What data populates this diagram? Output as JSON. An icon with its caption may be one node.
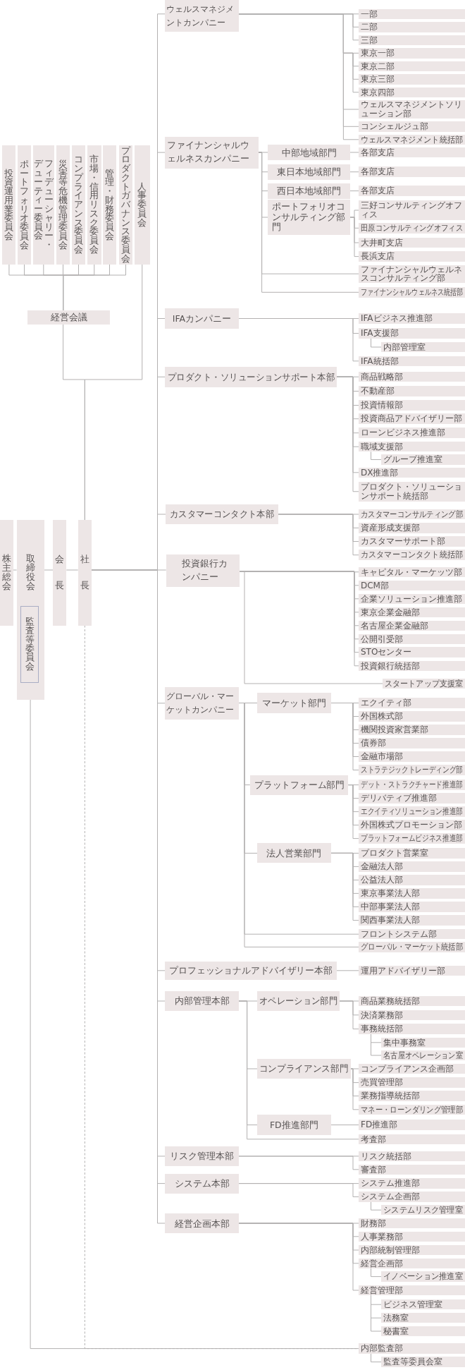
{
  "diagram": {
    "nodes": [
      {
        "text": [
          "投資運用業委員会"
        ]
      },
      {
        "text": [
          "ポートフォリオ委員会"
        ]
      },
      {
        "text": [
          "フィデューシャリー・デューティー委員会"
        ]
      },
      {
        "text": [
          "災害等危機管理委員会"
        ]
      },
      {
        "text": [
          "コンプライアンス委員会"
        ]
      },
      {
        "text": [
          "市場・信用リスク委員会"
        ]
      },
      {
        "text": [
          "管理・財務委員会"
        ]
      },
      {
        "text": [
          "プロダクトガバナンス委員会"
        ]
      },
      {
        "text": [
          "人事委員会"
        ]
      },
      {
        "text": [
          "経営会議"
        ]
      },
      {
        "text": [
          "株主総会"
        ]
      },
      {
        "text": [
          "取締役会"
        ]
      },
      {
        "text": [
          "監査等委員会"
        ],
        "in": 11
      },
      {
        "text": [
          "会長"
        ]
      },
      {
        "text": [
          "社長"
        ]
      },
      {
        "text": [
          "ウェルスマネジメントカンパニー"
        ]
      },
      {
        "text": [
          "一部"
        ]
      },
      {
        "text": [
          "二部"
        ]
      },
      {
        "text": [
          "三部"
        ]
      },
      {
        "text": [
          "東京一部"
        ]
      },
      {
        "text": [
          "東京二部"
        ]
      },
      {
        "text": [
          "東京三部"
        ]
      },
      {
        "text": [
          "東京四部"
        ]
      },
      {
        "text": [
          "ウェルスマネジメントソリューション部"
        ]
      },
      {
        "text": [
          "コンシェルジュ部"
        ]
      },
      {
        "text": [
          "ウェルスマネジメント統括部"
        ]
      },
      {
        "text": [
          "ファイナンシャルウェルネスカンパニー"
        ]
      },
      {
        "text": [
          "中部地域部門"
        ]
      },
      {
        "text": [
          "各部支店"
        ]
      },
      {
        "text": [
          "東日本地域部門"
        ]
      },
      {
        "text": [
          "各部支店"
        ]
      },
      {
        "text": [
          "西日本地域部門"
        ]
      },
      {
        "text": [
          "各部支店"
        ]
      },
      {
        "text": [
          "ポートフォリオコンサルティング部門"
        ]
      },
      {
        "text": [
          "三好コンサルティングオフィス"
        ]
      },
      {
        "text": [
          "田原コンサルティングオフィス"
        ]
      },
      {
        "text": [
          "大井町支店"
        ]
      },
      {
        "text": [
          "長浜支店"
        ]
      },
      {
        "text": [
          "ファイナンシャルウェルネスコンサルティング部"
        ]
      },
      {
        "text": [
          "ファイナンシャルウェルネス統括部"
        ]
      },
      {
        "text": [
          "IFAカンパニー"
        ]
      },
      {
        "text": [
          "IFAビジネス推進部"
        ]
      },
      {
        "text": [
          "IFA支援部"
        ]
      },
      {
        "text": [
          "内部管理室"
        ]
      },
      {
        "text": [
          "IFA統括部"
        ]
      },
      {
        "text": [
          "プロダクト・ソリューションサポート本部"
        ]
      },
      {
        "text": [
          "商品戦略部"
        ]
      },
      {
        "text": [
          "不動産部"
        ]
      },
      {
        "text": [
          "投資情報部"
        ]
      },
      {
        "text": [
          "投資商品アドバイザリー部"
        ]
      },
      {
        "text": [
          "ローンビジネス推進部"
        ]
      },
      {
        "text": [
          "職域支援部"
        ]
      },
      {
        "text": [
          "グループ推進室"
        ]
      },
      {
        "text": [
          "DX推進部"
        ]
      },
      {
        "text": [
          "プロダクト・ソリューションサポート統括部"
        ]
      },
      {
        "text": [
          "カスタマーコンタクト本部"
        ]
      },
      {
        "text": [
          "カスタマーコンサルティング部"
        ]
      },
      {
        "text": [
          "資産形成支援部"
        ]
      },
      {
        "text": [
          "カスタマーサポート部"
        ]
      },
      {
        "text": [
          "カスタマーコンタクト統括部"
        ]
      },
      {
        "text": [
          "投資銀行カンパニー"
        ]
      },
      {
        "text": [
          "キャピタル・マーケッツ部"
        ]
      },
      {
        "text": [
          "DCM部"
        ]
      },
      {
        "text": [
          "企業ソリューション推進部"
        ]
      },
      {
        "text": [
          "東京企業金融部"
        ]
      },
      {
        "text": [
          "名古屋企業金融部"
        ]
      },
      {
        "text": [
          "公開引受部"
        ]
      },
      {
        "text": [
          "STOセンター"
        ]
      },
      {
        "text": [
          "投資銀行統括部"
        ]
      },
      {
        "text": [
          "スタートアップ支援室"
        ]
      },
      {
        "text": [
          "グローバル・マーケットカンパニー"
        ]
      },
      {
        "text": [
          "マーケット部門"
        ]
      },
      {
        "text": [
          "エクイティ部"
        ]
      },
      {
        "text": [
          "外国株式部"
        ]
      },
      {
        "text": [
          "機関投資家営業部"
        ]
      },
      {
        "text": [
          "債券部"
        ]
      },
      {
        "text": [
          "金融市場部"
        ]
      },
      {
        "text": [
          "ストラテジックトレーディング部"
        ]
      },
      {
        "text": [
          "プラットフォーム部門"
        ]
      },
      {
        "text": [
          "デット・ストラクチャード推進部"
        ]
      },
      {
        "text": [
          "デリバティブ推進部"
        ]
      },
      {
        "text": [
          "エクイティソリューション推進部"
        ]
      },
      {
        "text": [
          "外国株式プロモーション部"
        ]
      },
      {
        "text": [
          "プラットフォームビジネス推進部"
        ]
      },
      {
        "text": [
          "法人営業部門"
        ]
      },
      {
        "text": [
          "プロダクト営業室"
        ]
      },
      {
        "text": [
          "金融法人部"
        ]
      },
      {
        "text": [
          "公益法人部"
        ]
      },
      {
        "text": [
          "東京事業法人部"
        ]
      },
      {
        "text": [
          "中部事業法人部"
        ]
      },
      {
        "text": [
          "関西事業法人部"
        ]
      },
      {
        "text": [
          "フロントシステム部"
        ]
      },
      {
        "text": [
          "グローバル・マーケット統括部"
        ]
      },
      {
        "text": [
          "プロフェッショナルアドバイザリー本部"
        ]
      },
      {
        "text": [
          "運用アドバイザリー部"
        ]
      },
      {
        "text": [
          "内部管理本部"
        ]
      },
      {
        "text": [
          "オペレーション部門"
        ]
      },
      {
        "text": [
          "商品業務統括部"
        ]
      },
      {
        "text": [
          "決済業務部"
        ]
      },
      {
        "text": [
          "事務統括部"
        ]
      },
      {
        "text": [
          "集中事務室"
        ]
      },
      {
        "text": [
          "名古屋オペレーション室"
        ]
      },
      {
        "text": [
          "コンプライアンス部門"
        ]
      },
      {
        "text": [
          "コンプライアンス企画部"
        ]
      },
      {
        "text": [
          "売買管理部"
        ]
      },
      {
        "text": [
          "業務指導統括部"
        ]
      },
      {
        "text": [
          "マネー・ローンダリング管理部"
        ]
      },
      {
        "text": [
          "FD推進部門"
        ]
      },
      {
        "text": [
          "FD推進部"
        ]
      },
      {
        "text": [
          "考査部"
        ]
      },
      {
        "text": [
          "リスク管理本部"
        ]
      },
      {
        "text": [
          "リスク統括部"
        ]
      },
      {
        "text": [
          "審査部"
        ]
      },
      {
        "text": [
          "システム本部"
        ]
      },
      {
        "text": [
          "システム推進部"
        ]
      },
      {
        "text": [
          "システム企画部"
        ]
      },
      {
        "text": [
          "システムリスク管理室"
        ]
      },
      {
        "text": [
          "経営企画本部"
        ]
      },
      {
        "text": [
          "財務部"
        ]
      },
      {
        "text": [
          "人事業務部"
        ]
      },
      {
        "text": [
          "内部統制管理部"
        ]
      },
      {
        "text": [
          "経営企画部"
        ]
      },
      {
        "text": [
          "イノベーション推進室"
        ]
      },
      {
        "text": [
          "経営管理部"
        ]
      },
      {
        "text": [
          "ビジネス管理室"
        ]
      },
      {
        "text": [
          "法務室"
        ]
      },
      {
        "text": [
          "秘書室"
        ]
      },
      {
        "text": [
          "内部監査部"
        ]
      },
      {
        "text": [
          "監査等委員会室"
        ]
      }
    ],
    "edges": [
      {
        "from": 0,
        "to": 9,
        "arrow": "none"
      },
      {
        "from": 1,
        "to": 9,
        "arrow": "none"
      },
      {
        "from": 2,
        "to": 9,
        "arrow": "none"
      },
      {
        "from": 3,
        "to": 9,
        "arrow": "none"
      },
      {
        "from": 4,
        "to": 9,
        "arrow": "none"
      },
      {
        "from": 5,
        "to": 9,
        "arrow": "none"
      },
      {
        "from": 6,
        "to": 9,
        "arrow": "none"
      },
      {
        "from": 7,
        "to": 9,
        "arrow": "none"
      },
      {
        "from": 9,
        "to": 14,
        "arrow": "none"
      },
      {
        "from": 8,
        "to": 14,
        "arrow": "none"
      },
      {
        "from": 10,
        "to": 11,
        "arrow": "none"
      },
      {
        "from": 11,
        "to": 13,
        "arrow": "none"
      },
      {
        "from": 13,
        "to": 14,
        "arrow": "none"
      },
      {
        "from": 14,
        "to": 15,
        "arrow": "none"
      },
      {
        "from": 14,
        "to": 26,
        "arrow": "none"
      },
      {
        "from": 14,
        "to": 40,
        "arrow": "none"
      },
      {
        "from": 14,
        "to": 45,
        "arrow": "none"
      },
      {
        "from": 14,
        "to": 55,
        "arrow": "none"
      },
      {
        "from": 14,
        "to": 60,
        "arrow": "none"
      },
      {
        "from": 14,
        "to": 70,
        "arrow": "none"
      },
      {
        "from": 14,
        "to": 93,
        "arrow": "none"
      },
      {
        "from": 14,
        "to": 95,
        "arrow": "none"
      },
      {
        "from": 14,
        "to": 110,
        "arrow": "none"
      },
      {
        "from": 14,
        "to": 113,
        "arrow": "none"
      },
      {
        "from": 14,
        "to": 117,
        "arrow": "none"
      },
      {
        "from": 11,
        "to": 127,
        "arrow": "none"
      },
      {
        "from": 14,
        "to": 127,
        "arrow": "none",
        "style": "dashed"
      },
      {
        "from": 15,
        "to": 16,
        "arrow": "none"
      },
      {
        "from": 15,
        "to": 17,
        "arrow": "none"
      },
      {
        "from": 15,
        "to": 18,
        "arrow": "none"
      },
      {
        "from": 15,
        "to": 19,
        "arrow": "none"
      },
      {
        "from": 15,
        "to": 20,
        "arrow": "none"
      },
      {
        "from": 15,
        "to": 21,
        "arrow": "none"
      },
      {
        "from": 15,
        "to": 22,
        "arrow": "none"
      },
      {
        "from": 15,
        "to": 23,
        "arrow": "none"
      },
      {
        "from": 15,
        "to": 24,
        "arrow": "none"
      },
      {
        "from": 15,
        "to": 25,
        "arrow": "none"
      },
      {
        "from": 26,
        "to": 27,
        "arrow": "none"
      },
      {
        "from": 26,
        "to": 29,
        "arrow": "none"
      },
      {
        "from": 26,
        "to": 31,
        "arrow": "none"
      },
      {
        "from": 26,
        "to": 33,
        "arrow": "none"
      },
      {
        "from": 26,
        "to": 38,
        "arrow": "none"
      },
      {
        "from": 26,
        "to": 39,
        "arrow": "none"
      },
      {
        "from": 27,
        "to": 28,
        "arrow": "none"
      },
      {
        "from": 29,
        "to": 30,
        "arrow": "none"
      },
      {
        "from": 31,
        "to": 32,
        "arrow": "none"
      },
      {
        "from": 33,
        "to": 34,
        "arrow": "none"
      },
      {
        "from": 33,
        "to": 35,
        "arrow": "none"
      },
      {
        "from": 33,
        "to": 36,
        "arrow": "none"
      },
      {
        "from": 33,
        "to": 37,
        "arrow": "none"
      },
      {
        "from": 40,
        "to": 41,
        "arrow": "none"
      },
      {
        "from": 40,
        "to": 42,
        "arrow": "none"
      },
      {
        "from": 40,
        "to": 44,
        "arrow": "none"
      },
      {
        "from": 42,
        "to": 43,
        "arrow": "none"
      },
      {
        "from": 45,
        "to": 46,
        "arrow": "none"
      },
      {
        "from": 45,
        "to": 47,
        "arrow": "none"
      },
      {
        "from": 45,
        "to": 48,
        "arrow": "none"
      },
      {
        "from": 45,
        "to": 49,
        "arrow": "none"
      },
      {
        "from": 45,
        "to": 50,
        "arrow": "none"
      },
      {
        "from": 45,
        "to": 51,
        "arrow": "none"
      },
      {
        "from": 45,
        "to": 53,
        "arrow": "none"
      },
      {
        "from": 45,
        "to": 54,
        "arrow": "none"
      },
      {
        "from": 51,
        "to": 52,
        "arrow": "none"
      },
      {
        "from": 55,
        "to": 56,
        "arrow": "none"
      },
      {
        "from": 55,
        "to": 57,
        "arrow": "none"
      },
      {
        "from": 55,
        "to": 58,
        "arrow": "none"
      },
      {
        "from": 55,
        "to": 59,
        "arrow": "none"
      },
      {
        "from": 60,
        "to": 61,
        "arrow": "none"
      },
      {
        "from": 60,
        "to": 62,
        "arrow": "none"
      },
      {
        "from": 60,
        "to": 63,
        "arrow": "none"
      },
      {
        "from": 60,
        "to": 64,
        "arrow": "none"
      },
      {
        "from": 60,
        "to": 65,
        "arrow": "none"
      },
      {
        "from": 60,
        "to": 66,
        "arrow": "none"
      },
      {
        "from": 60,
        "to": 67,
        "arrow": "none"
      },
      {
        "from": 60,
        "to": 68,
        "arrow": "none"
      },
      {
        "from": 60,
        "to": 69,
        "arrow": "none"
      },
      {
        "from": 70,
        "to": 71,
        "arrow": "none"
      },
      {
        "from": 70,
        "to": 78,
        "arrow": "none"
      },
      {
        "from": 70,
        "to": 84,
        "arrow": "none"
      },
      {
        "from": 70,
        "to": 91,
        "arrow": "none"
      },
      {
        "from": 70,
        "to": 92,
        "arrow": "none"
      },
      {
        "from": 71,
        "to": 72,
        "arrow": "none"
      },
      {
        "from": 71,
        "to": 73,
        "arrow": "none"
      },
      {
        "from": 71,
        "to": 74,
        "arrow": "none"
      },
      {
        "from": 71,
        "to": 75,
        "arrow": "none"
      },
      {
        "from": 71,
        "to": 76,
        "arrow": "none"
      },
      {
        "from": 71,
        "to": 77,
        "arrow": "none"
      },
      {
        "from": 78,
        "to": 79,
        "arrow": "none"
      },
      {
        "from": 78,
        "to": 80,
        "arrow": "none"
      },
      {
        "from": 78,
        "to": 81,
        "arrow": "none"
      },
      {
        "from": 78,
        "to": 82,
        "arrow": "none"
      },
      {
        "from": 78,
        "to": 83,
        "arrow": "none"
      },
      {
        "from": 84,
        "to": 85,
        "arrow": "none"
      },
      {
        "from": 84,
        "to": 86,
        "arrow": "none"
      },
      {
        "from": 84,
        "to": 87,
        "arrow": "none"
      },
      {
        "from": 84,
        "to": 88,
        "arrow": "none"
      },
      {
        "from": 84,
        "to": 89,
        "arrow": "none"
      },
      {
        "from": 84,
        "to": 90,
        "arrow": "none"
      },
      {
        "from": 93,
        "to": 94,
        "arrow": "none"
      },
      {
        "from": 95,
        "to": 96,
        "arrow": "none"
      },
      {
        "from": 95,
        "to": 102,
        "arrow": "none"
      },
      {
        "from": 95,
        "to": 107,
        "arrow": "none"
      },
      {
        "from": 95,
        "to": 109,
        "arrow": "none"
      },
      {
        "from": 96,
        "to": 97,
        "arrow": "none"
      },
      {
        "from": 96,
        "to": 98,
        "arrow": "none"
      },
      {
        "from": 96,
        "to": 99,
        "arrow": "none"
      },
      {
        "from": 99,
        "to": 100,
        "arrow": "none"
      },
      {
        "from": 99,
        "to": 101,
        "arrow": "none"
      },
      {
        "from": 102,
        "to": 103,
        "arrow": "none"
      },
      {
        "from": 102,
        "to": 104,
        "arrow": "none"
      },
      {
        "from": 102,
        "to": 105,
        "arrow": "none"
      },
      {
        "from": 102,
        "to": 106,
        "arrow": "none"
      },
      {
        "from": 107,
        "to": 108,
        "arrow": "none"
      },
      {
        "from": 110,
        "to": 111,
        "arrow": "none"
      },
      {
        "from": 110,
        "to": 112,
        "arrow": "none"
      },
      {
        "from": 113,
        "to": 114,
        "arrow": "none"
      },
      {
        "from": 113,
        "to": 115,
        "arrow": "none"
      },
      {
        "from": 115,
        "to": 116,
        "arrow": "none"
      },
      {
        "from": 117,
        "to": 118,
        "arrow": "none"
      },
      {
        "from": 117,
        "to": 119,
        "arrow": "none"
      },
      {
        "from": 117,
        "to": 120,
        "arrow": "none"
      },
      {
        "from": 117,
        "to": 121,
        "arrow": "none"
      },
      {
        "from": 117,
        "to": 123,
        "arrow": "none"
      },
      {
        "from": 121,
        "to": 122,
        "arrow": "none"
      },
      {
        "from": 123,
        "to": 124,
        "arrow": "none"
      },
      {
        "from": 123,
        "to": 125,
        "arrow": "none"
      },
      {
        "from": 123,
        "to": 126,
        "arrow": "none"
      },
      {
        "from": 127,
        "to": 128,
        "arrow": "none"
      }
    ]
  }
}
